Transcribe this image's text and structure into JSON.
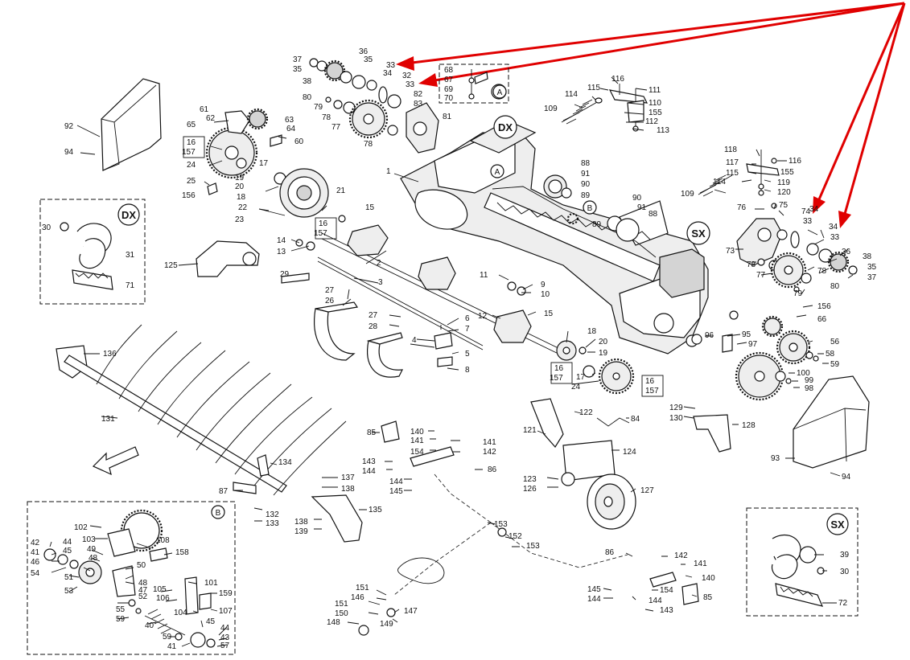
{
  "callouts": [
    {
      "id": "c33a",
      "text": "33"
    },
    {
      "id": "c33b",
      "text": "33"
    },
    {
      "id": "c33c",
      "text": "33"
    },
    {
      "id": "c33d",
      "text": "33"
    },
    {
      "id": "c35a",
      "text": "35"
    },
    {
      "id": "c35b",
      "text": "35"
    },
    {
      "id": "c35c",
      "text": "35"
    },
    {
      "id": "c36a",
      "text": "36"
    },
    {
      "id": "c36b",
      "text": "36"
    },
    {
      "id": "c37a",
      "text": "37"
    },
    {
      "id": "c37b",
      "text": "37"
    },
    {
      "id": "c38a",
      "text": "38"
    },
    {
      "id": "c38b",
      "text": "38"
    },
    {
      "id": "c34a",
      "text": "34"
    },
    {
      "id": "c34b",
      "text": "34"
    },
    {
      "id": "c34c",
      "text": "34"
    },
    {
      "id": "c32",
      "text": "32"
    },
    {
      "id": "c82",
      "text": "82"
    },
    {
      "id": "c83",
      "text": "83"
    },
    {
      "id": "c81",
      "text": "81"
    },
    {
      "id": "c80a",
      "text": "80"
    },
    {
      "id": "c80b",
      "text": "80"
    },
    {
      "id": "c79a",
      "text": "79"
    },
    {
      "id": "c79b",
      "text": "79"
    },
    {
      "id": "c78a",
      "text": "78"
    },
    {
      "id": "c78b",
      "text": "78"
    },
    {
      "id": "c78c",
      "text": "78"
    },
    {
      "id": "c78d",
      "text": "78"
    },
    {
      "id": "c77a",
      "text": "77"
    },
    {
      "id": "c77b",
      "text": "77"
    },
    {
      "id": "c68",
      "text": "68"
    },
    {
      "id": "c67",
      "text": "67"
    },
    {
      "id": "c69",
      "text": "69"
    },
    {
      "id": "c70",
      "text": "70"
    },
    {
      "id": "c116a",
      "text": "116"
    },
    {
      "id": "c116b",
      "text": "116"
    },
    {
      "id": "c115a",
      "text": "115"
    },
    {
      "id": "c115b",
      "text": "115"
    },
    {
      "id": "c114a",
      "text": "114"
    },
    {
      "id": "c114b",
      "text": "114"
    },
    {
      "id": "c111",
      "text": "111"
    },
    {
      "id": "c110",
      "text": "110"
    },
    {
      "id": "c155a",
      "text": "155"
    },
    {
      "id": "c155b",
      "text": "155"
    },
    {
      "id": "c112",
      "text": "112"
    },
    {
      "id": "c113",
      "text": "113"
    },
    {
      "id": "c109a",
      "text": "109"
    },
    {
      "id": "c109b",
      "text": "109"
    },
    {
      "id": "c118",
      "text": "118"
    },
    {
      "id": "c117",
      "text": "117"
    },
    {
      "id": "c119",
      "text": "119"
    },
    {
      "id": "c120",
      "text": "120"
    },
    {
      "id": "c92",
      "text": "92"
    },
    {
      "id": "c94a",
      "text": "94"
    },
    {
      "id": "c94b",
      "text": "94"
    },
    {
      "id": "c93",
      "text": "93"
    },
    {
      "id": "c61",
      "text": "61"
    },
    {
      "id": "c62",
      "text": "62"
    },
    {
      "id": "c65",
      "text": "65"
    },
    {
      "id": "c63",
      "text": "63"
    },
    {
      "id": "c64",
      "text": "64"
    },
    {
      "id": "c60",
      "text": "60"
    },
    {
      "id": "c16a",
      "text": "16"
    },
    {
      "id": "c157a",
      "text": "157"
    },
    {
      "id": "c16b",
      "text": "16"
    },
    {
      "id": "c157b",
      "text": "157"
    },
    {
      "id": "c16c",
      "text": "16"
    },
    {
      "id": "c157c",
      "text": "157"
    },
    {
      "id": "c16d",
      "text": "16"
    },
    {
      "id": "c157d",
      "text": "157"
    },
    {
      "id": "c24a",
      "text": "24"
    },
    {
      "id": "c24b",
      "text": "24"
    },
    {
      "id": "c17a",
      "text": "17"
    },
    {
      "id": "c17b",
      "text": "17"
    },
    {
      "id": "c25",
      "text": "25"
    },
    {
      "id": "c156a",
      "text": "156"
    },
    {
      "id": "c156b",
      "text": "156"
    },
    {
      "id": "c19a",
      "text": "19"
    },
    {
      "id": "c19b",
      "text": "19"
    },
    {
      "id": "c20a",
      "text": "20"
    },
    {
      "id": "c20b",
      "text": "20"
    },
    {
      "id": "c18a",
      "text": "18"
    },
    {
      "id": "c18b",
      "text": "18"
    },
    {
      "id": "c21",
      "text": "21"
    },
    {
      "id": "c22",
      "text": "22"
    },
    {
      "id": "c23",
      "text": "23"
    },
    {
      "id": "c15a",
      "text": "15"
    },
    {
      "id": "c15b",
      "text": "15"
    },
    {
      "id": "c14",
      "text": "14"
    },
    {
      "id": "c13",
      "text": "13"
    },
    {
      "id": "c1",
      "text": "1"
    },
    {
      "id": "c2",
      "text": "2"
    },
    {
      "id": "c3",
      "text": "3"
    },
    {
      "id": "c88a",
      "text": "88"
    },
    {
      "id": "c88b",
      "text": "88"
    },
    {
      "id": "c91a",
      "text": "91"
    },
    {
      "id": "c91b",
      "text": "91"
    },
    {
      "id": "c90a",
      "text": "90"
    },
    {
      "id": "c90b",
      "text": "90"
    },
    {
      "id": "c89a",
      "text": "89"
    },
    {
      "id": "c89b",
      "text": "89"
    },
    {
      "id": "c30a",
      "text": "30"
    },
    {
      "id": "c30b",
      "text": "30"
    },
    {
      "id": "c31",
      "text": "31"
    },
    {
      "id": "c71",
      "text": "71"
    },
    {
      "id": "c39",
      "text": "39"
    },
    {
      "id": "c72",
      "text": "72"
    },
    {
      "id": "c125",
      "text": "125"
    },
    {
      "id": "c29",
      "text": "29"
    },
    {
      "id": "c27a",
      "text": "27"
    },
    {
      "id": "c27b",
      "text": "27"
    },
    {
      "id": "c26",
      "text": "26"
    },
    {
      "id": "c28",
      "text": "28"
    },
    {
      "id": "c11",
      "text": "11"
    },
    {
      "id": "c9",
      "text": "9"
    },
    {
      "id": "c10",
      "text": "10"
    },
    {
      "id": "c12",
      "text": "12"
    },
    {
      "id": "c6",
      "text": "6"
    },
    {
      "id": "c7",
      "text": "7"
    },
    {
      "id": "c4",
      "text": "4"
    },
    {
      "id": "c5",
      "text": "5"
    },
    {
      "id": "c8",
      "text": "8"
    },
    {
      "id": "c76",
      "text": "76"
    },
    {
      "id": "c75",
      "text": "75"
    },
    {
      "id": "c74",
      "text": "74"
    },
    {
      "id": "c73",
      "text": "73"
    },
    {
      "id": "c96",
      "text": "96"
    },
    {
      "id": "c95",
      "text": "95"
    },
    {
      "id": "c97",
      "text": "97"
    },
    {
      "id": "c66",
      "text": "66"
    },
    {
      "id": "c56",
      "text": "56"
    },
    {
      "id": "c58",
      "text": "58"
    },
    {
      "id": "c59a",
      "text": "59"
    },
    {
      "id": "c100",
      "text": "100"
    },
    {
      "id": "c99",
      "text": "99"
    },
    {
      "id": "c98",
      "text": "98"
    },
    {
      "id": "c136",
      "text": "136"
    },
    {
      "id": "c131",
      "text": "131"
    },
    {
      "id": "c134",
      "text": "134"
    },
    {
      "id": "c87",
      "text": "87"
    },
    {
      "id": "c132",
      "text": "132"
    },
    {
      "id": "c133",
      "text": "133"
    },
    {
      "id": "c137",
      "text": "137"
    },
    {
      "id": "c138a",
      "text": "138"
    },
    {
      "id": "c138b",
      "text": "138"
    },
    {
      "id": "c139",
      "text": "139"
    },
    {
      "id": "c135",
      "text": "135"
    },
    {
      "id": "c85a",
      "text": "85"
    },
    {
      "id": "c85b",
      "text": "85"
    },
    {
      "id": "c140a",
      "text": "140"
    },
    {
      "id": "c140b",
      "text": "140"
    },
    {
      "id": "c141a",
      "text": "141"
    },
    {
      "id": "c141b",
      "text": "141"
    },
    {
      "id": "c141c",
      "text": "141"
    },
    {
      "id": "c142a",
      "text": "142"
    },
    {
      "id": "c142b",
      "text": "142"
    },
    {
      "id": "c154a",
      "text": "154"
    },
    {
      "id": "c154b",
      "text": "154"
    },
    {
      "id": "c143a",
      "text": "143"
    },
    {
      "id": "c143b",
      "text": "143"
    },
    {
      "id": "c144a",
      "text": "144"
    },
    {
      "id": "c144b",
      "text": "144"
    },
    {
      "id": "c144c",
      "text": "144"
    },
    {
      "id": "c144d",
      "text": "144"
    },
    {
      "id": "c145a",
      "text": "145"
    },
    {
      "id": "c145b",
      "text": "145"
    },
    {
      "id": "c86a",
      "text": "86"
    },
    {
      "id": "c86b",
      "text": "86"
    },
    {
      "id": "c121",
      "text": "121"
    },
    {
      "id": "c122",
      "text": "122"
    },
    {
      "id": "c84",
      "text": "84"
    },
    {
      "id": "c124",
      "text": "124"
    },
    {
      "id": "c123",
      "text": "123"
    },
    {
      "id": "c126",
      "text": "126"
    },
    {
      "id": "c127",
      "text": "127"
    },
    {
      "id": "c129",
      "text": "129"
    },
    {
      "id": "c130",
      "text": "130"
    },
    {
      "id": "c128",
      "text": "128"
    },
    {
      "id": "c153a",
      "text": "153"
    },
    {
      "id": "c153b",
      "text": "153"
    },
    {
      "id": "c152",
      "text": "152"
    },
    {
      "id": "c151a",
      "text": "151"
    },
    {
      "id": "c151b",
      "text": "151"
    },
    {
      "id": "c146",
      "text": "146"
    },
    {
      "id": "c147",
      "text": "147"
    },
    {
      "id": "c150",
      "text": "150"
    },
    {
      "id": "c148",
      "text": "148"
    },
    {
      "id": "c149",
      "text": "149"
    },
    {
      "id": "c102",
      "text": "102"
    },
    {
      "id": "c103",
      "text": "103"
    },
    {
      "id": "c108",
      "text": "108"
    },
    {
      "id": "c158",
      "text": "158"
    },
    {
      "id": "c42",
      "text": "42"
    },
    {
      "id": "c44a",
      "text": "44"
    },
    {
      "id": "c44b",
      "text": "44"
    },
    {
      "id": "c41a",
      "text": "41"
    },
    {
      "id": "c41b",
      "text": "41"
    },
    {
      "id": "c45a",
      "text": "45"
    },
    {
      "id": "c45b",
      "text": "45"
    },
    {
      "id": "c46",
      "text": "46"
    },
    {
      "id": "c54",
      "text": "54"
    },
    {
      "id": "c49",
      "text": "49"
    },
    {
      "id": "c48a",
      "text": "48"
    },
    {
      "id": "c48b",
      "text": "48"
    },
    {
      "id": "c50",
      "text": "50"
    },
    {
      "id": "c51",
      "text": "51"
    },
    {
      "id": "c52",
      "text": "52"
    },
    {
      "id": "c47",
      "text": "47"
    },
    {
      "id": "c53",
      "text": "53"
    },
    {
      "id": "c55",
      "text": "55"
    },
    {
      "id": "c59b",
      "text": "59"
    },
    {
      "id": "c59c",
      "text": "59"
    },
    {
      "id": "c105",
      "text": "105"
    },
    {
      "id": "c106",
      "text": "106"
    },
    {
      "id": "c101",
      "text": "101"
    },
    {
      "id": "c159",
      "text": "159"
    },
    {
      "id": "c104",
      "text": "104"
    },
    {
      "id": "c107",
      "text": "107"
    },
    {
      "id": "c40",
      "text": "40"
    },
    {
      "id": "c43",
      "text": "43"
    },
    {
      "id": "c57",
      "text": "57"
    }
  ],
  "badges": {
    "dx_main": "DX",
    "sx_main": "SX",
    "detail_a": "A",
    "detail_a_ref": "A",
    "detail_b": "B",
    "detail_b_ref": "B",
    "detail_dx": "DX",
    "detail_sx": "SX"
  },
  "colors": {
    "arrow": "#e00000",
    "ink": "#111111"
  }
}
